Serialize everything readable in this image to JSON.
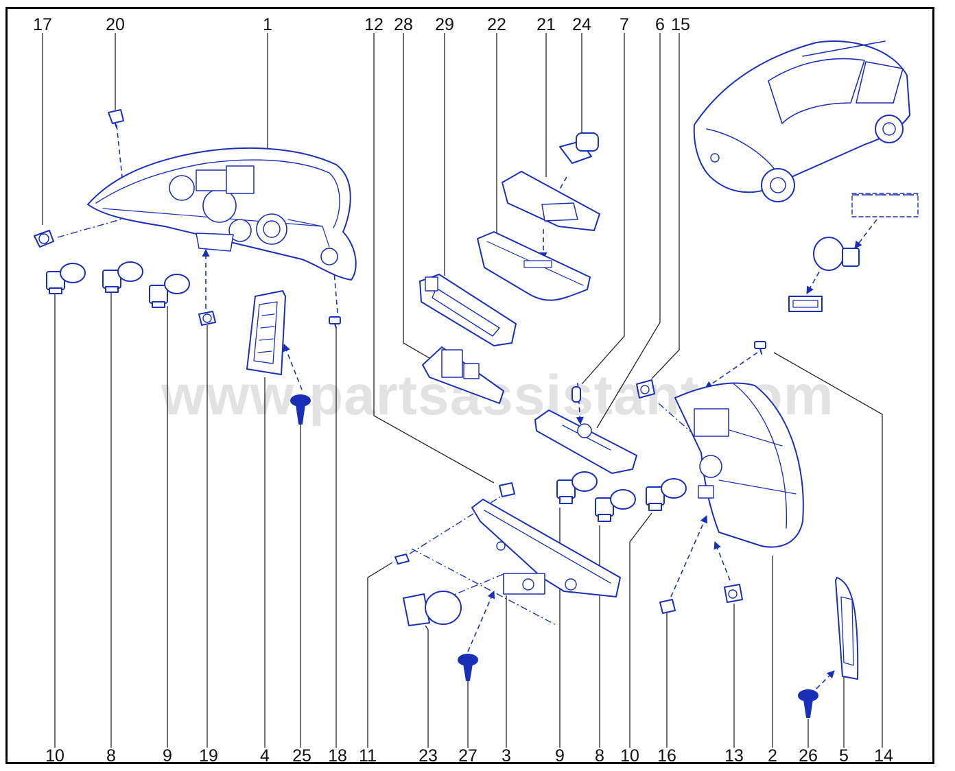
{
  "watermark": "www.partsassistant.com",
  "colors": {
    "line": "#1a2fb8",
    "leader": "#222222",
    "fill": "#e8ecfb"
  },
  "callouts_top": [
    {
      "id": "top-17",
      "label": "17"
    },
    {
      "id": "top-20",
      "label": "20"
    },
    {
      "id": "top-1",
      "label": "1"
    },
    {
      "id": "top-12",
      "label": "12"
    },
    {
      "id": "top-28",
      "label": "28"
    },
    {
      "id": "top-29",
      "label": "29"
    },
    {
      "id": "top-22",
      "label": "22"
    },
    {
      "id": "top-21",
      "label": "21"
    },
    {
      "id": "top-24",
      "label": "24"
    },
    {
      "id": "top-7",
      "label": "7"
    },
    {
      "id": "top-6",
      "label": "6"
    },
    {
      "id": "top-15",
      "label": "15"
    }
  ],
  "callouts_bottom": [
    {
      "id": "bot-10a",
      "label": "10"
    },
    {
      "id": "bot-8a",
      "label": "8"
    },
    {
      "id": "bot-9a",
      "label": "9"
    },
    {
      "id": "bot-19",
      "label": "19"
    },
    {
      "id": "bot-4",
      "label": "4"
    },
    {
      "id": "bot-25",
      "label": "25"
    },
    {
      "id": "bot-18",
      "label": "18"
    },
    {
      "id": "bot-11",
      "label": "11"
    },
    {
      "id": "bot-23",
      "label": "23"
    },
    {
      "id": "bot-27",
      "label": "27"
    },
    {
      "id": "bot-3",
      "label": "3"
    },
    {
      "id": "bot-9b",
      "label": "9"
    },
    {
      "id": "bot-8b",
      "label": "8"
    },
    {
      "id": "bot-10b",
      "label": "10"
    },
    {
      "id": "bot-16",
      "label": "16"
    },
    {
      "id": "bot-13",
      "label": "13"
    },
    {
      "id": "bot-2",
      "label": "2"
    },
    {
      "id": "bot-26",
      "label": "26"
    },
    {
      "id": "bot-5",
      "label": "5"
    },
    {
      "id": "bot-14",
      "label": "14"
    }
  ]
}
